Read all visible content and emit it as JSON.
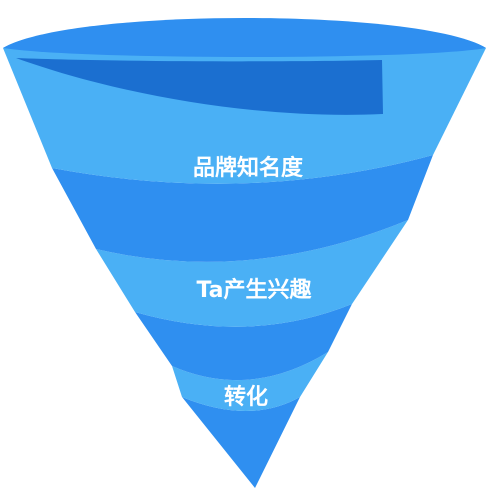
{
  "funnel": {
    "stages": [
      {
        "label": "品牌知名度"
      },
      {
        "label": "Ta产生兴趣"
      },
      {
        "label": "转化"
      }
    ],
    "colors": {
      "light": "#4ab0f5",
      "mid": "#2f8ff0",
      "dark": "#1b6fd0",
      "deep": "#1f62c4"
    }
  }
}
